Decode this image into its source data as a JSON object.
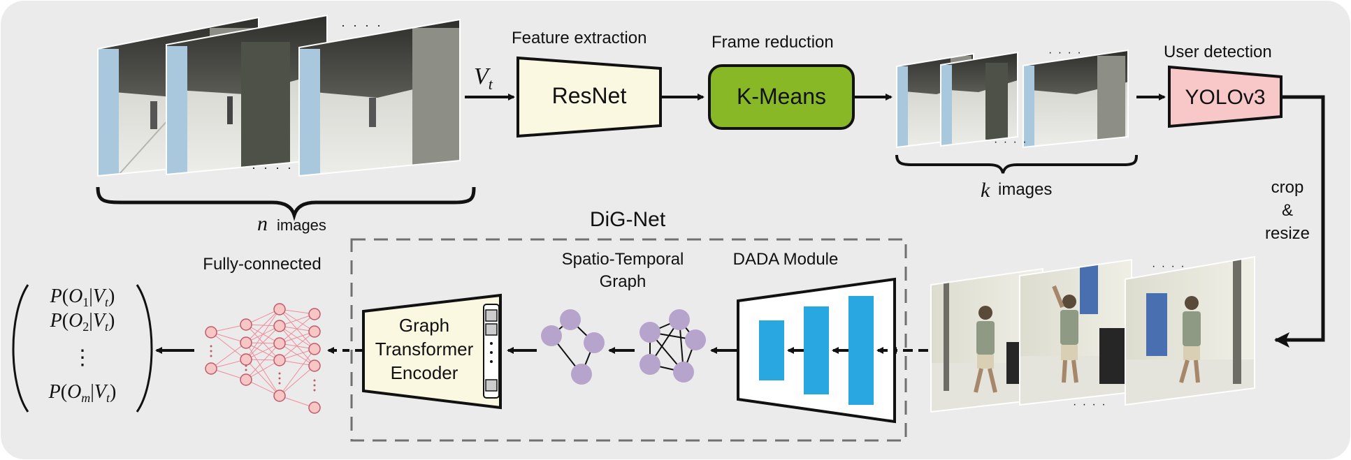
{
  "labels": {
    "feature_extraction": "Feature extraction",
    "frame_reduction": "Frame reduction",
    "user_detection": "User detection",
    "resnet": "ResNet",
    "kmeans": "K-Means",
    "yolo": "YOLOv3",
    "vt": "V",
    "vt_sub": "t",
    "n_var": "n",
    "n_images": "images",
    "k_var": "k",
    "k_images": "images",
    "crop1": "crop",
    "crop2": "&",
    "crop3": "resize",
    "dignet": "DiG-Net",
    "dada": "DADA Module",
    "stgraph1": "Spatio-Temporal",
    "stgraph2": "Graph",
    "gte1": "Graph",
    "gte2": "Transformer",
    "gte3": "Encoder",
    "fc": "Fully-connected",
    "dots_h": "· · · ·",
    "vdots": "⋮"
  },
  "output_vector": [
    "P(O1|Vt)",
    "P(O2|Vt)",
    "⋮",
    "P(Om|Vt)"
  ],
  "colors": {
    "background": "#ebebeb",
    "resnet_fill": "#fbf8e1",
    "kmeans_fill": "#88b826",
    "yolo_fill": "#f8c8c8",
    "gte_fill": "#fbf8e1",
    "dada_bars": "#29a7e1",
    "graph_nodes": "#b7a4cc",
    "fc_nodes": "#f9c6c6",
    "fc_edges": "#f28c9a"
  }
}
